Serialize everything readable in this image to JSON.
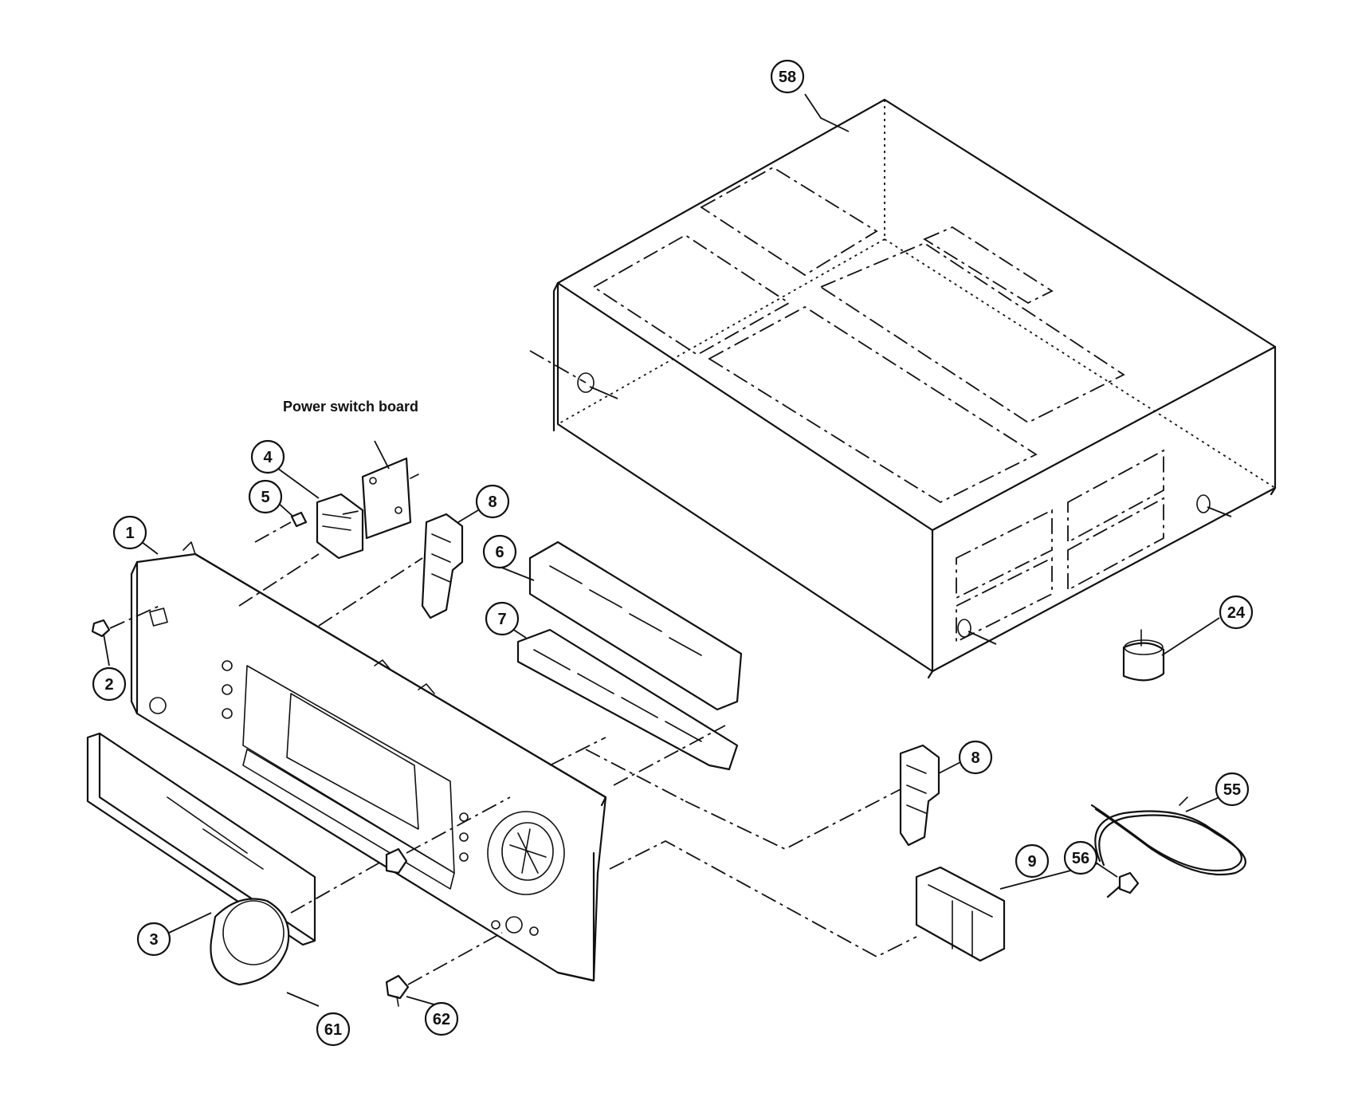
{
  "callouts": {
    "c1": "1",
    "c2": "2",
    "c3": "3",
    "c4": "4",
    "c5": "5",
    "c6": "6",
    "c7": "7",
    "c8a": "8",
    "c8b": "8",
    "c9": "9",
    "c24": "24",
    "c55": "55",
    "c56": "56",
    "c58": "58",
    "c61": "61",
    "c62": "62"
  },
  "labels": {
    "power_switch_board": "Power switch board"
  }
}
